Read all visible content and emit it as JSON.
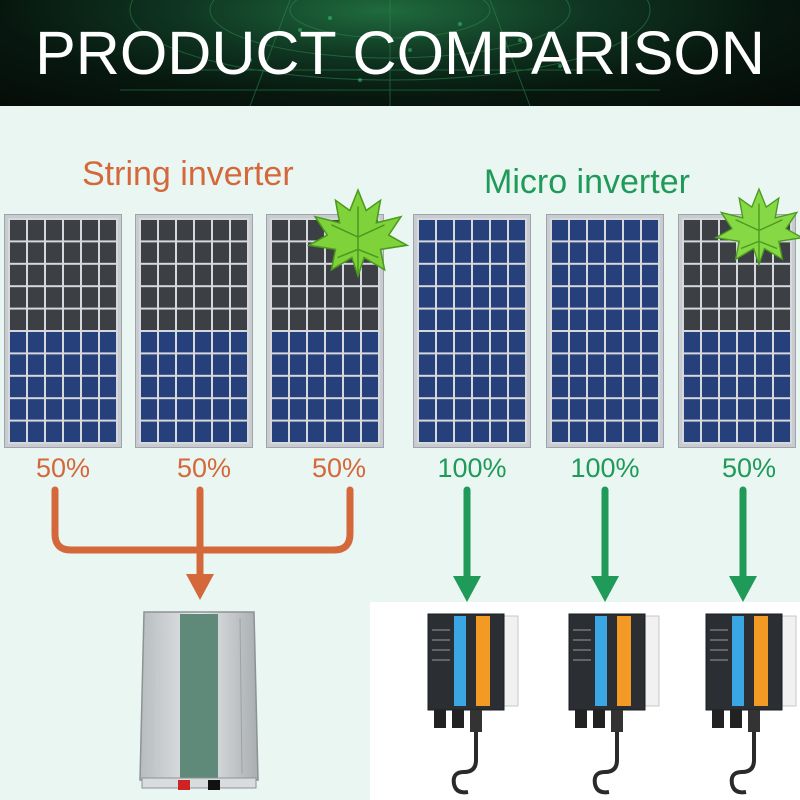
{
  "header": {
    "title": "PRODUCT COMPARISON"
  },
  "labels": {
    "string_inverter": "String inverter",
    "micro_inverter": "Micro inverter"
  },
  "panels": [
    {
      "output": "50%",
      "shaded": true,
      "leaf": false
    },
    {
      "output": "50%",
      "shaded": true,
      "leaf": false
    },
    {
      "output": "50%",
      "shaded": true,
      "leaf": true
    },
    {
      "output": "100%",
      "shaded": false,
      "leaf": false
    },
    {
      "output": "100%",
      "shaded": false,
      "leaf": false
    },
    {
      "output": "50%",
      "shaded": true,
      "leaf": true
    }
  ],
  "colors": {
    "string_accent": "#d5683b",
    "micro_accent": "#1f9a58",
    "cell_blue": "#26407c",
    "cell_gray": "#3c3f44",
    "leaf_green": "#7fd23a"
  },
  "icons": {
    "leaf": "maple-leaf-icon",
    "string_device": "string-inverter-device",
    "micro_device": "micro-inverter-device"
  }
}
